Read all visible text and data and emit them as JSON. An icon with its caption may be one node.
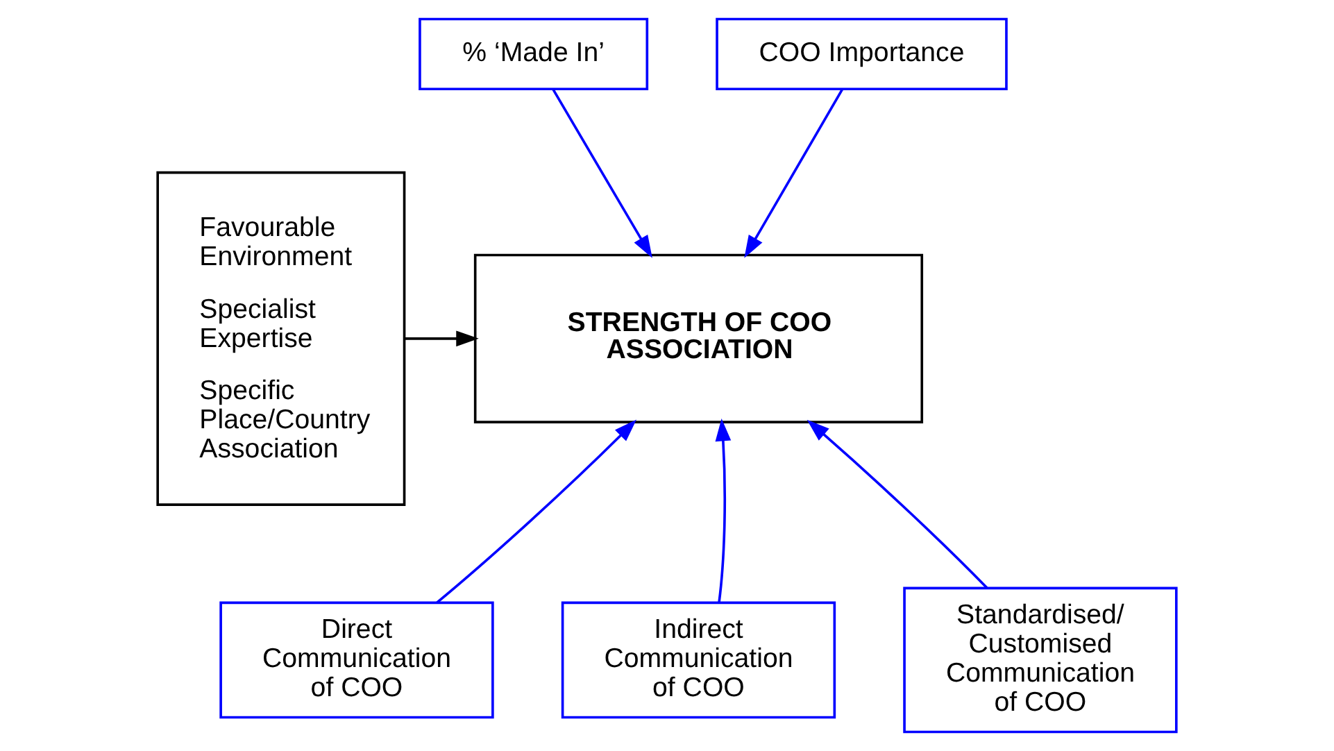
{
  "diagram": {
    "nodes": [
      {
        "text": [
          "% ‘Made In’"
        ]
      },
      {
        "text": [
          "COO Importance"
        ]
      },
      {
        "text": [
          "Favourable Environment",
          "Specialist Expertise",
          "Specific Place/Country Association"
        ]
      },
      {
        "text": [
          "STRENGTH OF COO ASSOCIATION"
        ]
      },
      {
        "text": [
          "Direct Communication of COO"
        ]
      },
      {
        "text": [
          "Indirect Communication of COO"
        ]
      },
      {
        "text": [
          "Standardised/ Customised Communication of COO"
        ]
      }
    ],
    "edges": [
      {
        "from": 0,
        "to": 3,
        "arrow": "to"
      },
      {
        "from": 1,
        "to": 3,
        "arrow": "to"
      },
      {
        "from": 2,
        "to": 3,
        "arrow": "to",
        "color": "#000000"
      },
      {
        "from": 4,
        "to": 3,
        "arrow": "to"
      },
      {
        "from": 5,
        "to": 3,
        "arrow": "to"
      },
      {
        "from": 6,
        "to": 3,
        "arrow": "to"
      }
    ]
  }
}
